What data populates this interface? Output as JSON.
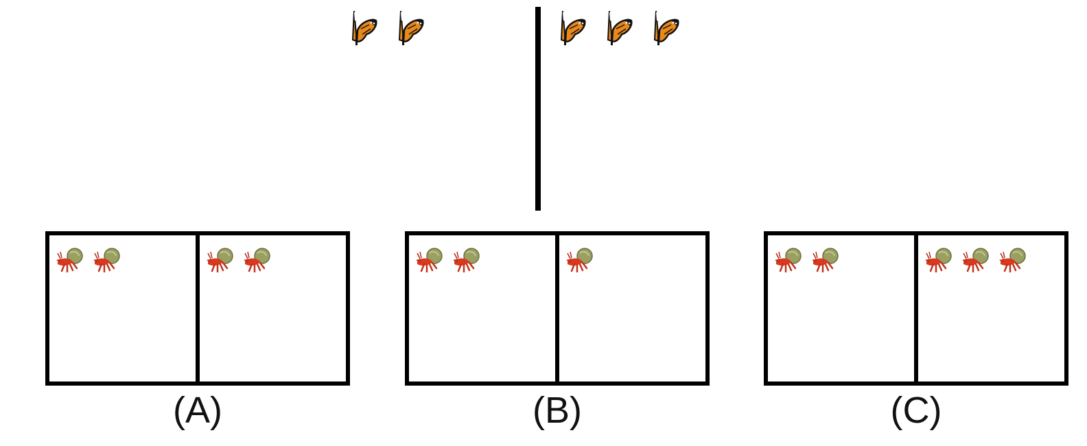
{
  "question": {
    "left_count": 2,
    "right_count": 3,
    "item_icon": "butterfly-icon"
  },
  "options": [
    {
      "label": "(A)",
      "left_count": 2,
      "right_count": 2,
      "item_icon": "hermit-crab-icon"
    },
    {
      "label": "(B)",
      "left_count": 2,
      "right_count": 1,
      "item_icon": "hermit-crab-icon"
    },
    {
      "label": "(C)",
      "left_count": 2,
      "right_count": 3,
      "item_icon": "hermit-crab-icon"
    }
  ]
}
